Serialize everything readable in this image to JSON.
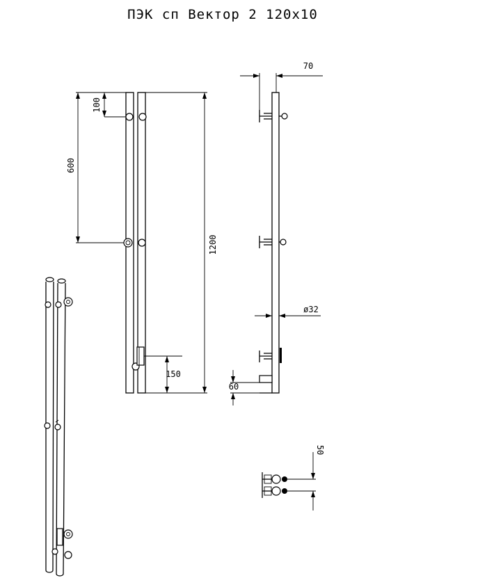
{
  "title": "ПЭК сп Вектор 2 120x10",
  "dimensions": {
    "top_offset": "100",
    "spacing": "600",
    "height": "1200",
    "bottom_offset": "150",
    "wall_distance": "70",
    "diameter": "ø32",
    "bottom_gap": "60",
    "pipe_spacing": "50"
  }
}
